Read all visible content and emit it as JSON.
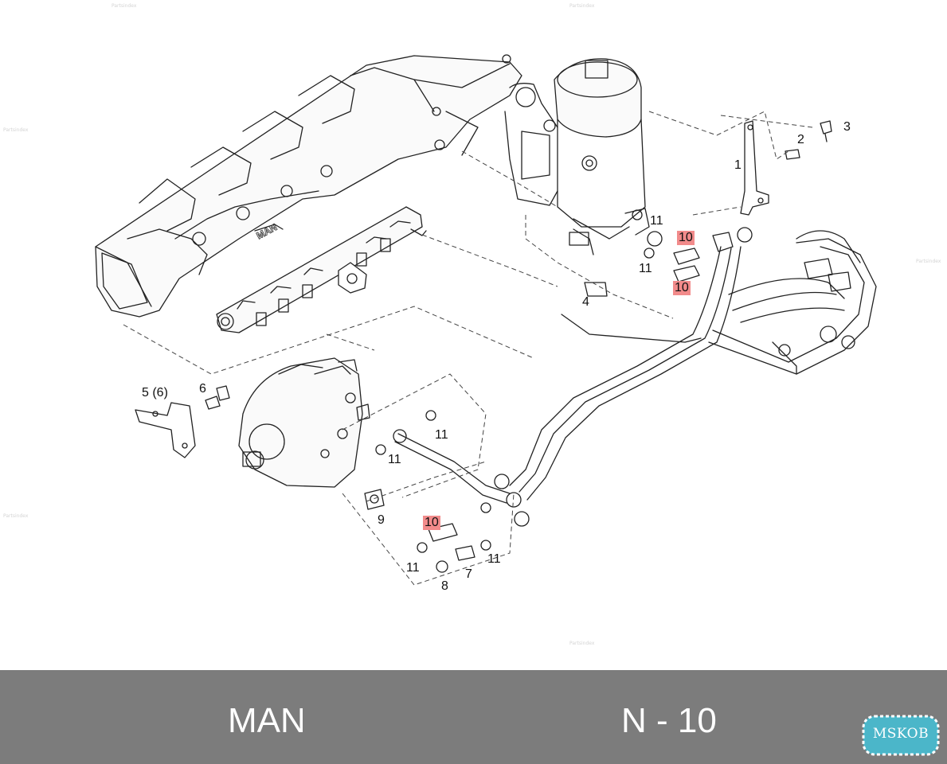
{
  "callouts": {
    "c1": "1",
    "c2": "2",
    "c3": "3",
    "c4": "4",
    "c5": "5 (6)",
    "c6": "6",
    "c7": "7",
    "c8": "8",
    "c9": "9",
    "c10a": "10",
    "c10b": "10",
    "c10c": "10",
    "c11a": "11",
    "c11b": "11",
    "c11c": "11",
    "c11d": "11",
    "c11e": "11",
    "c11f": "11"
  },
  "embossed_logo": "MAN",
  "watermark": "Partsindex",
  "footer": {
    "brand": "MAN",
    "part_code": "N - 10"
  },
  "badge": {
    "text": "MSKOB"
  },
  "colors": {
    "highlight": "#f28b8b",
    "footer_bg": "#7c7c7c",
    "badge_bg": "#4bb6c9"
  }
}
